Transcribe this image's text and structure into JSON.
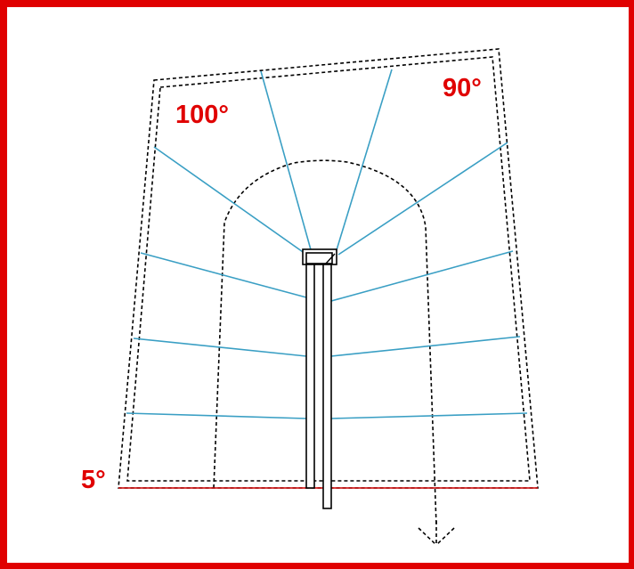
{
  "labels": {
    "top_left_angle": "100°",
    "top_right_angle": "90°",
    "bottom_left_angle": "5°"
  },
  "colors": {
    "frame": "#e00000",
    "label": "#e00000",
    "rays": "#3a9fc4",
    "outlines": "#000000",
    "base_line": "#cc0000"
  }
}
